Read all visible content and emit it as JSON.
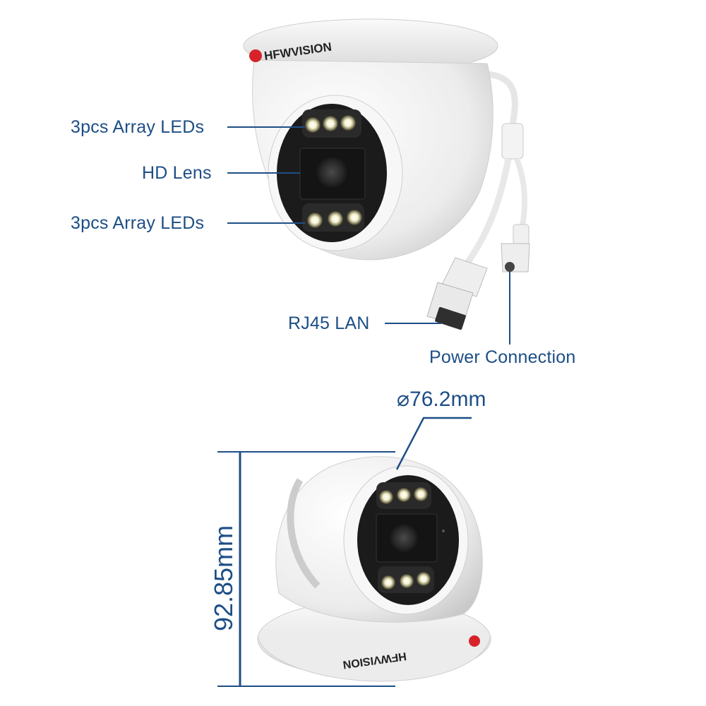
{
  "brand": {
    "name": "HFWVISION",
    "accent": "#d6232a"
  },
  "colors": {
    "callout": "#1d4e86",
    "body": "#f2f2f2",
    "lens_panel": "#1b1b1b"
  },
  "callouts": {
    "led_top": "3pcs Array LEDs",
    "lens": "HD Lens",
    "led_bottom": "3pcs Array LEDs",
    "rj45": "RJ45 LAN",
    "power": "Power Connection"
  },
  "dimensions": {
    "diameter": "⌀76.2mm",
    "height": "92.85mm"
  }
}
